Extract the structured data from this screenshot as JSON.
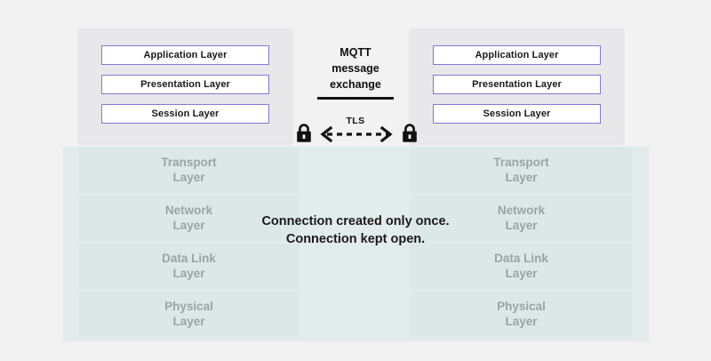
{
  "diagram": {
    "title": "MQTT OSI layer connection diagram",
    "colors": {
      "background": "#f2f2f2",
      "upper_panel": "#e8e8ea",
      "lower_panel": "#e2ecea",
      "lower_block": "#dce8e6",
      "upper_box_border": "#8478d6",
      "upper_box_fill": "#ffffff",
      "lower_text": "#9aa4a6",
      "accent_black": "#111111"
    }
  },
  "left_stack": {
    "upper_layers": [
      {
        "label": "Application Layer"
      },
      {
        "label": "Presentation Layer"
      },
      {
        "label": "Session Layer"
      }
    ],
    "lower_layers": [
      {
        "line1": "Transport",
        "line2": "Layer"
      },
      {
        "line1": "Network",
        "line2": "Layer"
      },
      {
        "line1": "Data Link",
        "line2": "Layer"
      },
      {
        "line1": "Physical",
        "line2": "Layer"
      }
    ]
  },
  "right_stack": {
    "upper_layers": [
      {
        "label": "Application Layer"
      },
      {
        "label": "Presentation Layer"
      },
      {
        "label": "Session Layer"
      }
    ],
    "lower_layers": [
      {
        "line1": "Transport",
        "line2": "Layer"
      },
      {
        "line1": "Network",
        "line2": "Layer"
      },
      {
        "line1": "Data Link",
        "line2": "Layer"
      },
      {
        "line1": "Physical",
        "line2": "Layer"
      }
    ]
  },
  "middle": {
    "mqtt_title_line1": "MQTT",
    "mqtt_title_line2": "message",
    "mqtt_title_line3": "exchange",
    "tls_label": "TLS",
    "lock_left_icon": "padlock-icon",
    "lock_right_icon": "padlock-icon",
    "arrow_icon": "double-headed-dashed-arrow-icon"
  },
  "caption": {
    "line1": "Connection created only once.",
    "line2": "Connection kept open."
  }
}
